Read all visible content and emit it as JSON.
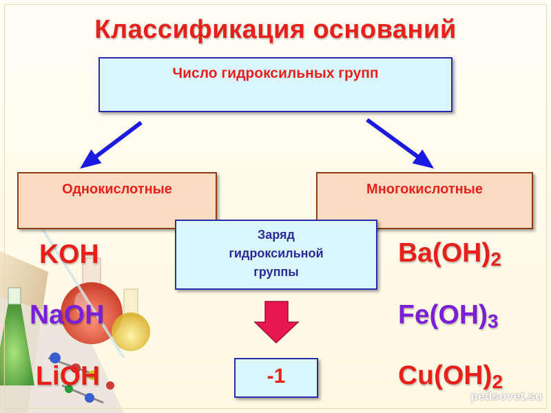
{
  "title": "Классификация оснований",
  "criterion_box": {
    "label": "Число гидроксильных групп"
  },
  "categories": {
    "left": {
      "label": "Однокислотные"
    },
    "right": {
      "label": "Многокислотные"
    }
  },
  "charge_box": {
    "lines": [
      "Заряд",
      "гидроксильной",
      "группы"
    ]
  },
  "charge_value": "-1",
  "monoacid_bases": [
    {
      "text": "KOH"
    },
    {
      "text": "NaOH"
    },
    {
      "text": "LiOH"
    }
  ],
  "polyacid_bases": [
    {
      "base": "Ba(OH)",
      "sub": "2"
    },
    {
      "base": "Fe(OH)",
      "sub": "3"
    },
    {
      "base": "Cu(OH)",
      "sub": "2"
    }
  ],
  "watermark": "pedsovet.su",
  "colors": {
    "title_red": "#e8201b",
    "formula_violet": "#7a1fd6",
    "arrow_blue": "#1a1ae0",
    "arrow_pink": "#e8174f",
    "box_blue_fill": "#d9f7fc",
    "box_peach_fill": "#fbdcc2"
  },
  "decor": {
    "illustration": "laboratory-glassware-with-flasks-and-molecular-model"
  }
}
